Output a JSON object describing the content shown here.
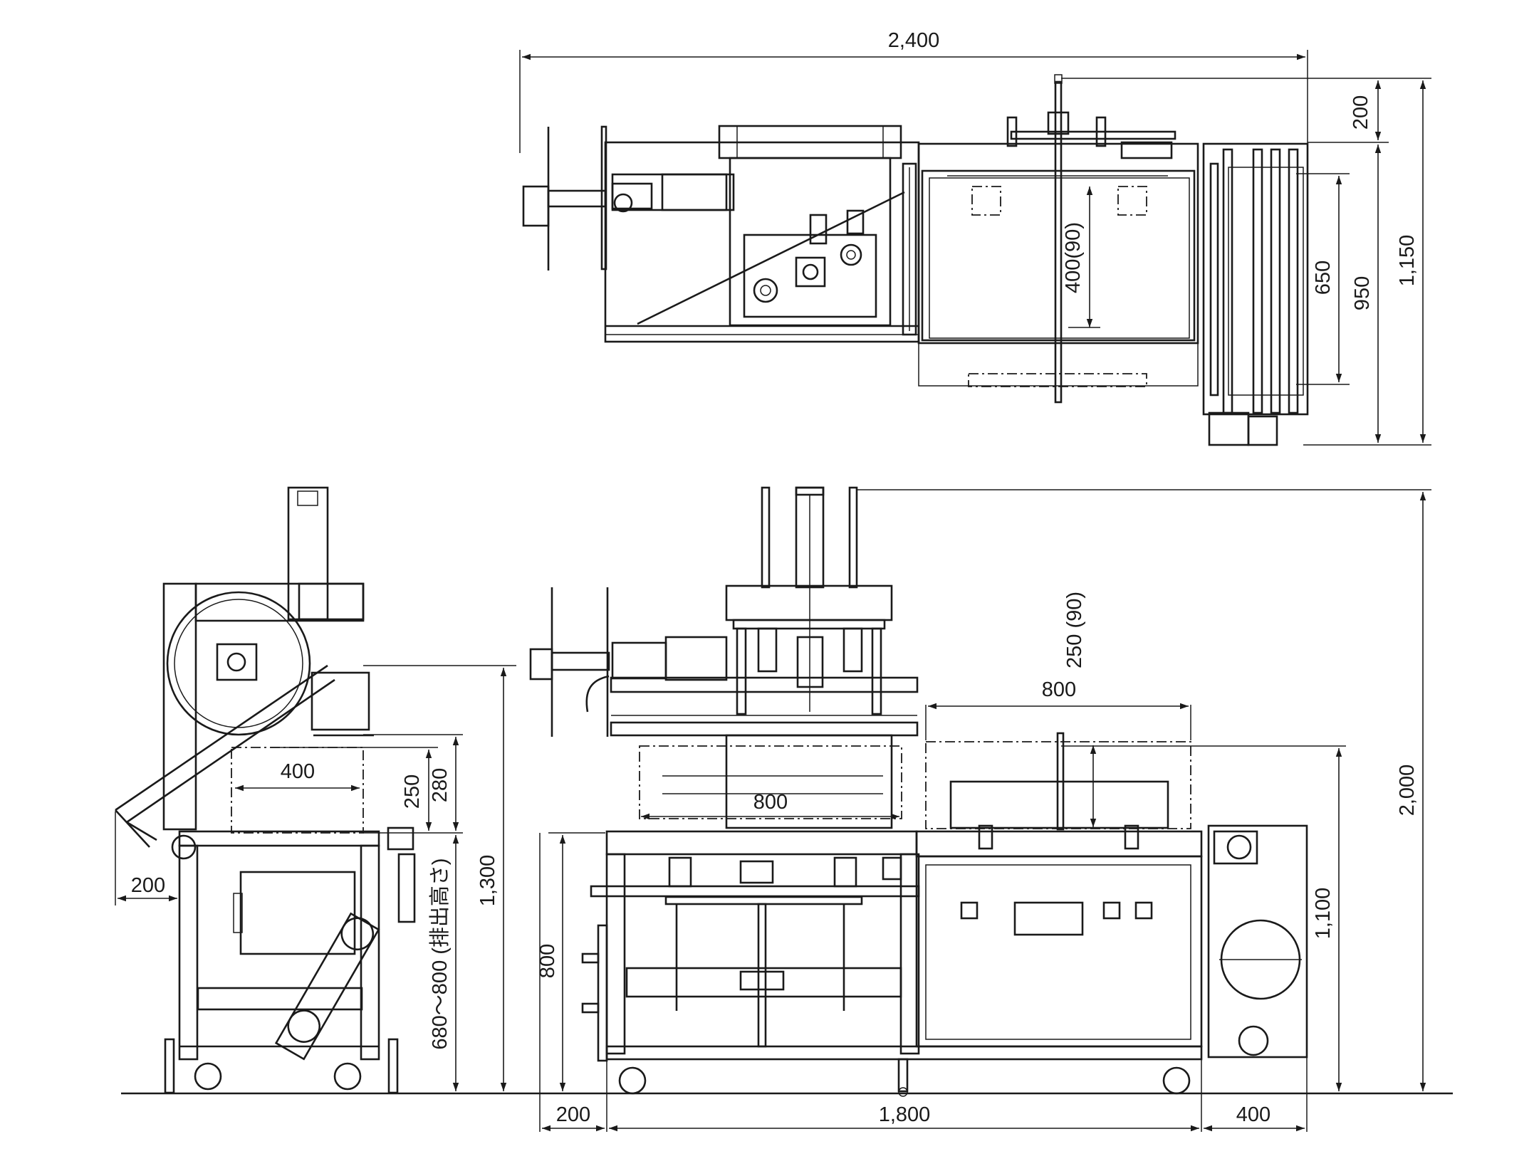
{
  "top_view": {
    "overall_length": "2,400",
    "top_offset": "200",
    "overall_depth": "1,150",
    "depth_950": "950",
    "depth_650": "650",
    "stroke_400": "400(90)"
  },
  "side_view": {
    "box_width": "400",
    "box_h_250": "250",
    "box_h_280": "280",
    "overhang": "200",
    "discharge_height": "680～800 (排出高さ)",
    "total_height": "1,300"
  },
  "front_view": {
    "stroke_250": "250 (90)",
    "product_width": "800",
    "zone_800": "800",
    "table_height": "800",
    "left_200": "200",
    "main_length": "1,800",
    "right_400": "400",
    "height_1100": "1,100",
    "overall_height": "2,000"
  },
  "colors": {
    "line": "#1a1a1a",
    "background": "#ffffff"
  }
}
